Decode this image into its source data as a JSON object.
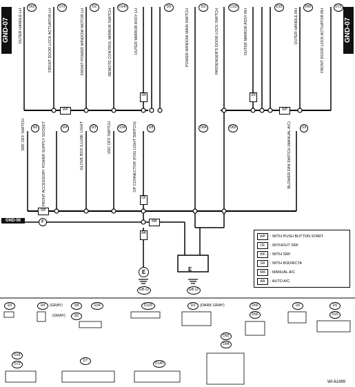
{
  "tags": {
    "left": "GND-07",
    "right": "GND-07",
    "gnd06": "GND-06",
    "gnd06_f": "F"
  },
  "top_labels": [
    "OUTER HANDLE LH",
    "FRONT DOOR LOCK ACTUATOR LH",
    "FRONT POWER WINDOW MOTOR LH",
    "REMOTE CONTROL MIRROR SWITCH",
    "OUTER MIRROR ASSY LH",
    "POWER WINDOW MAIN SWITCH",
    "PASSENGER'S DOOR LOCK SWITCH",
    "OUTER MIRROR ASSY RH",
    "OUTER HANDLE RH",
    "FRONT DOOR LOCK ACTUATOR RH"
  ],
  "top_conns": [
    "D60",
    "D73",
    "D2",
    "D140",
    "D5",
    "D3",
    "D125",
    "D15",
    "D66",
    "D72"
  ],
  "mid_labels": [
    "SRF OFF SWITCH",
    "FRONT ACCESSORY POWER SUPPLY SOCKET",
    "GLOVE BOX ILLUMI. LIGHT",
    "VDC OFF SWITCH",
    "OP CONNECTOR (FOG LIGHT SWITCH)",
    "BLOWER FAN SWITCH (MANUAL A/C)"
  ],
  "mid_conns": [
    "i92",
    "i24",
    "i23",
    "i234",
    "i28",
    "D84",
    "D83",
    "i15"
  ],
  "wire_codes": {
    "wp1": "WP",
    "wp2": "WP",
    "wf": "WF",
    "of": "OF",
    "sr1": "SR",
    "sr2": "SR",
    "aa": "AA",
    "ma": "MA"
  },
  "grounds": {
    "e1": "E",
    "e2": "E",
    "gb1": "GB-12",
    "gb2": "GB-12"
  },
  "legend": [
    {
      "code": "WP",
      "text": ": WITH PUSH BUTTON START"
    },
    {
      "code": "OF",
      "text": ": WITHOUT SRF"
    },
    {
      "code": "WF",
      "text": ": WITH SRF"
    },
    {
      "code": "SR",
      "text": ": WITH BSD/RCTA"
    },
    {
      "code": "MA",
      "text": ": MANUAL A/C"
    },
    {
      "code": "AA",
      "text": ": AUTO A/C"
    }
  ],
  "connector_views": {
    "r1": [
      "i23",
      "i24",
      "(GRAY)",
      "i28",
      "i234",
      "(GRAY)",
      "i92",
      "D125",
      "D3",
      "(DARK GRAY)",
      "D56",
      "D66",
      "i15",
      "D5",
      "D15"
    ],
    "r2": [
      "D18",
      "D72",
      "D7",
      "D140",
      "D83",
      "D84"
    ]
  },
  "footer": "WI-61499"
}
